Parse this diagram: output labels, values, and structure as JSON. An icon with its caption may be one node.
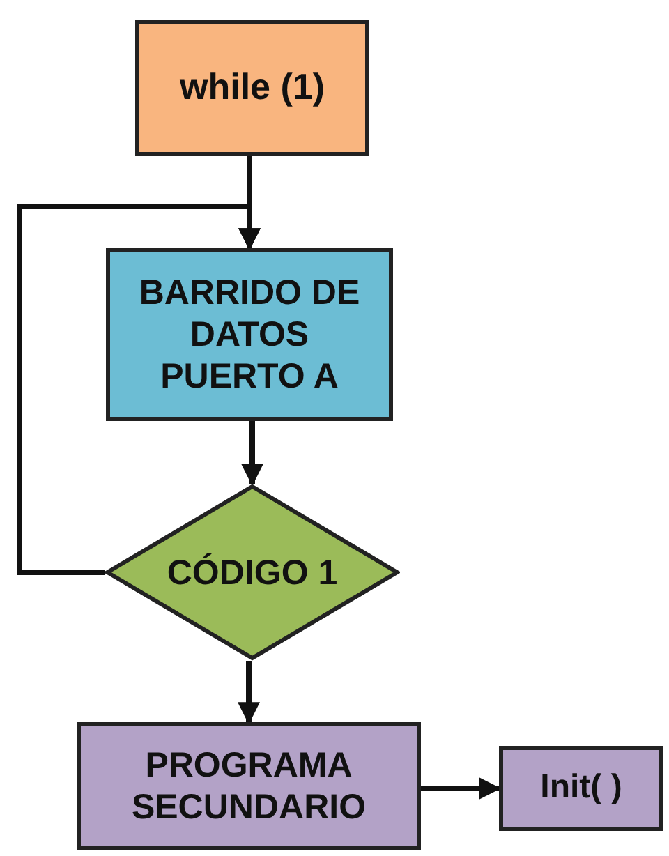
{
  "diagram": {
    "nodes": [
      {
        "text": [
          "while (1)"
        ]
      },
      {
        "text": [
          "BARRIDO DE DATOS PUERTO A"
        ]
      },
      {
        "text": [
          "CÓDIGO 1"
        ]
      },
      {
        "text": [
          "PROGRAMA SECUNDARIO"
        ]
      },
      {
        "text": [
          "Init( )"
        ]
      }
    ],
    "edges": [
      {
        "from": 0,
        "to": 1,
        "arrow": "to"
      },
      {
        "from": 1,
        "to": 2,
        "arrow": "to"
      },
      {
        "from": 2,
        "to": 1,
        "arrow": "to"
      },
      {
        "from": 2,
        "to": 3,
        "arrow": "to"
      },
      {
        "from": 3,
        "to": 4,
        "arrow": "to"
      }
    ]
  }
}
